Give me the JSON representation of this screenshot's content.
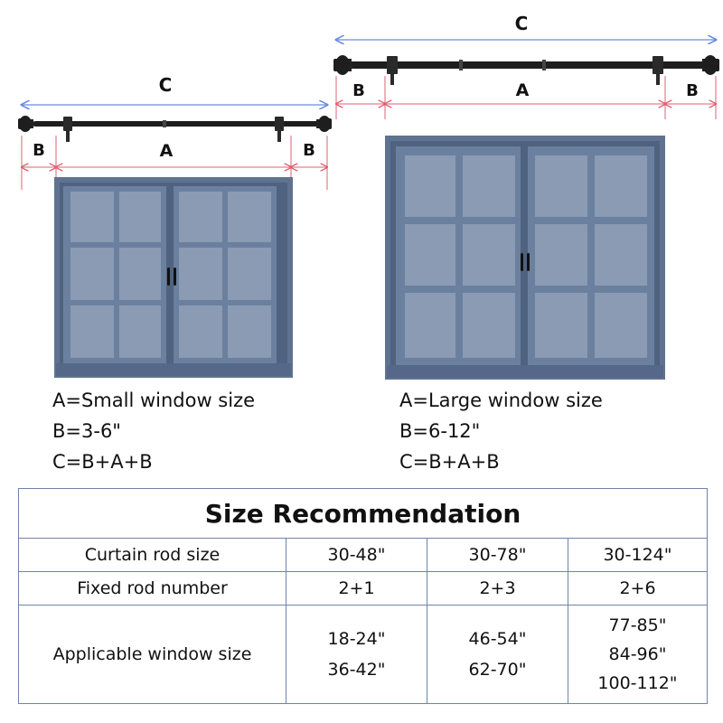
{
  "colors": {
    "dimension_line": "#6a8cd9",
    "edge_marker": "#e06070",
    "frame": "#5f7391",
    "frame_dark": "#4a5a74",
    "glass": "#8b9bb4",
    "rod": "#1e1e1e",
    "table_border": "#6e85a8"
  },
  "small_window": {
    "dim_total": "C",
    "dim_margin_left": "B",
    "dim_window": "A",
    "dim_margin_right": "B",
    "formula": [
      "A=Small window size",
      "B=3-6\"",
      "C=B+A+B"
    ]
  },
  "large_window": {
    "dim_total": "C",
    "dim_margin_left": "B",
    "dim_window": "A",
    "dim_margin_right": "B",
    "formula": [
      "A=Large window size",
      "B=6-12\"",
      "C=B+A+B"
    ]
  },
  "table": {
    "title": "Size Recommendation",
    "rows": [
      {
        "label": "Curtain rod size",
        "values": [
          "30-48\"",
          "30-78\"",
          "30-124\""
        ]
      },
      {
        "label": "Fixed rod number",
        "values": [
          "2+1",
          "2+3",
          "2+6"
        ]
      },
      {
        "label": "Applicable window size",
        "values": [
          [
            "18-24\"",
            "36-42\""
          ],
          [
            "46-54\"",
            "62-70\""
          ],
          [
            "77-85\"",
            "84-96\"",
            "100-112\""
          ]
        ]
      }
    ]
  },
  "icons": [
    "curtain-rod",
    "rod-finial",
    "rod-bracket",
    "window-frame",
    "door-handle"
  ]
}
